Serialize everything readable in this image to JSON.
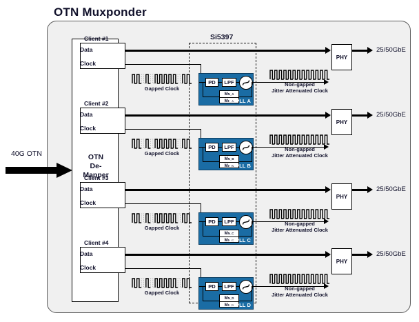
{
  "title": "OTN Muxponder",
  "input": {
    "label": "40G OTN",
    "icon": "thick-right-arrow"
  },
  "demapper": {
    "line1": "OTN",
    "line2": "De-Mapper"
  },
  "device": {
    "label": "Si5397"
  },
  "pins": {
    "data": "Data",
    "clock": "Clock"
  },
  "captions": {
    "gapped": "Gapped Clock",
    "nongapped_line1": "Non-gapped",
    "nongapped_line2": "Jitter Attenuated Clock"
  },
  "pll_blocks": {
    "pd": "PD",
    "lpf": "LPF",
    "vco_icon": "vco-oscillator-icon"
  },
  "phy": {
    "label": "PHY"
  },
  "output": {
    "label": "25/50GbE"
  },
  "colors": {
    "pll_blue": "#1a6ca4",
    "pll_border": "#0d3f63",
    "enclosure_fill": "#f0f0f0",
    "enclosure_border": "#5a5a5a",
    "text": "#11112b",
    "wire": "#000000"
  },
  "lanes": [
    {
      "client": "Client #1",
      "pll": "DSPLL A",
      "m_num": "M",
      "m_num_sub": "N_A",
      "m_den": "M",
      "m_den_sub": "D_A",
      "phy": "PHY",
      "output": "25/50GbE"
    },
    {
      "client": "Client #2",
      "pll": "DSPLL B",
      "m_num": "M",
      "m_num_sub": "N_B",
      "m_den": "M",
      "m_den_sub": "D_B",
      "phy": "PHY",
      "output": "25/50GbE"
    },
    {
      "client": "Client #3",
      "pll": "DSPLL C",
      "m_num": "M",
      "m_num_sub": "N_C",
      "m_den": "M",
      "m_den_sub": "D_C",
      "phy": "PHY",
      "output": "25/50GbE"
    },
    {
      "client": "Client #4",
      "pll": "DSPLL D",
      "m_num": "M",
      "m_num_sub": "N_D",
      "m_den": "M",
      "m_den_sub": "D_D",
      "phy": "PHY",
      "output": "25/50GbE"
    }
  ]
}
